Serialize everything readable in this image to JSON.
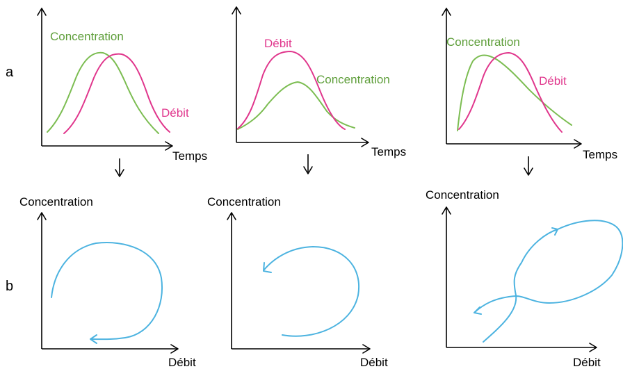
{
  "row_labels": {
    "a": "a",
    "b": "b"
  },
  "top_panels": [
    {
      "concentration_label": "Concentration",
      "debit_label": "Débit",
      "x_label": "Temps"
    },
    {
      "concentration_label": "Concentration",
      "debit_label": "Débit",
      "x_label": "Temps"
    },
    {
      "concentration_label": "Concentration",
      "debit_label": "Débit",
      "x_label": "Temps"
    }
  ],
  "bottom_panels": [
    {
      "y_label": "Concentration",
      "x_label": "Débit"
    },
    {
      "y_label": "Concentration",
      "x_label": "Débit"
    },
    {
      "y_label": "Concentration",
      "x_label": "Débit"
    }
  ],
  "colors": {
    "concentration": "#7cbd52",
    "debit": "#e0368c",
    "hysteresis": "#4cb3e0",
    "axis": "#000000"
  }
}
